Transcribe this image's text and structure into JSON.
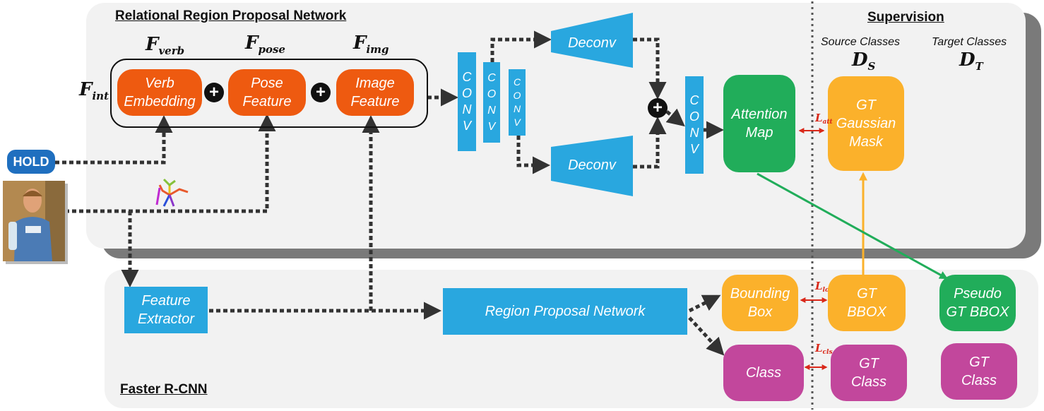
{
  "titles": {
    "rrpn": "Relational Region Proposal Network",
    "supervision": "Supervision",
    "faster_rcnn": "Faster R-CNN"
  },
  "symbols": {
    "f_verb": {
      "base": "F",
      "sub": "verb"
    },
    "f_pose": {
      "base": "F",
      "sub": "pose"
    },
    "f_img": {
      "base": "F",
      "sub": "img"
    },
    "f_int": {
      "base": "F",
      "sub": "int"
    },
    "d_s": {
      "base": "D",
      "sub": "S"
    },
    "d_t": {
      "base": "D",
      "sub": "T"
    }
  },
  "features": {
    "verb": "Verb\nEmbedding",
    "pose": "Pose\nFeature",
    "image": "Image\nFeature"
  },
  "conv_letters": [
    "C",
    "O",
    "N",
    "V"
  ],
  "deconv": "Deconv",
  "attention_map": "Attention\nMap",
  "gt_gaussian": "GT\nGaussian\nMask",
  "source_classes": "Source Classes",
  "target_classes": "Target Classes",
  "losses": {
    "att": {
      "base": "L",
      "sub": "att"
    },
    "loc": {
      "base": "L",
      "sub": "loc"
    },
    "cls": {
      "base": "L",
      "sub": "cls"
    }
  },
  "hold": "HOLD",
  "feature_extractor": "Feature\nExtractor",
  "rpn": "Region Proposal Network",
  "bounding_box": "Bounding\nBox",
  "class": "Class",
  "gt_bbox": "GT\nBBOX",
  "gt_class": "GT\nClass",
  "pseudo_gt_bbox": "Pseudo\nGT BBOX",
  "colors": {
    "orange": "#ee5a10",
    "blue": "#29a7df",
    "green": "#21ad5a",
    "yellow": "#fbb12b",
    "magenta": "#c2479c",
    "loss_red": "#d9281a"
  }
}
